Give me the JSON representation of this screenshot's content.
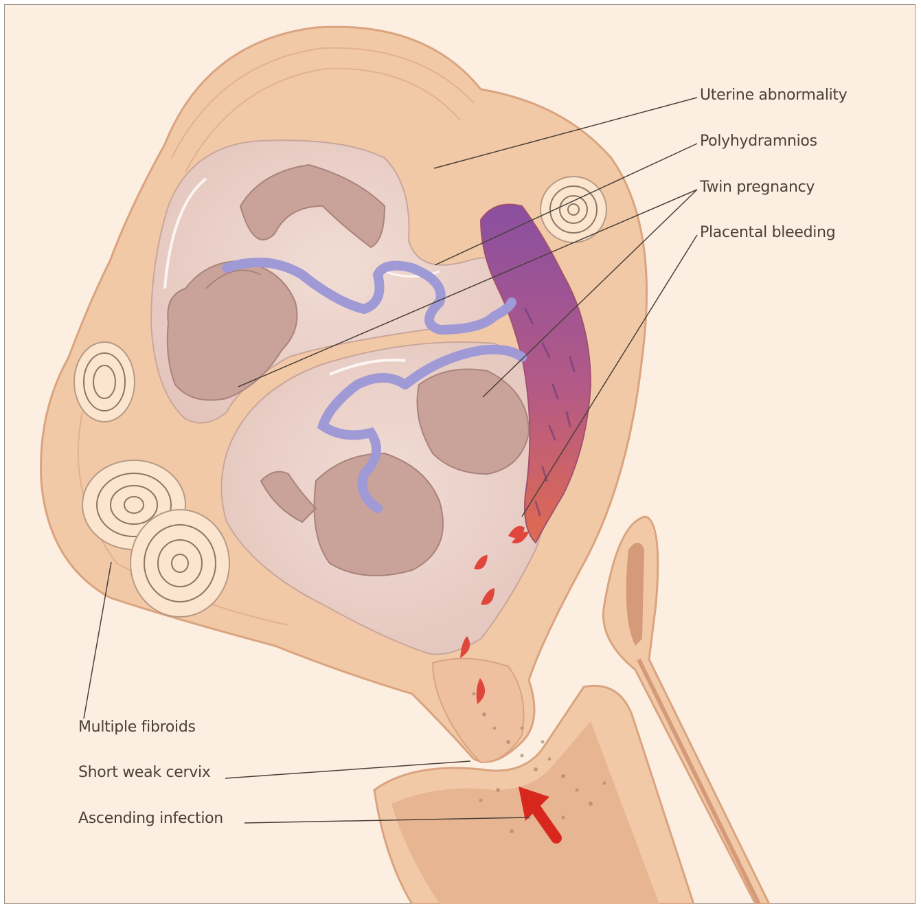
{
  "labels": {
    "uterine_abnormality": "Uterine abnormality",
    "polyhydramnios": "Polyhydramnios",
    "twin_pregnancy": "Twin pregnancy",
    "placental_bleeding": "Placental bleeding",
    "multiple_fibroids": "Multiple fibroids",
    "short_weak_cervix": "Short weak cervix",
    "ascending_infection": "Ascending infection"
  },
  "colors": {
    "background": "#fdeee2",
    "uterine_wall": "#f2c9a6",
    "amniotic_fluid": "#ead3cb",
    "fetus": "#c49a92",
    "placenta_top": "#8a4fa0",
    "placenta_bottom": "#e06a4f",
    "blood": "#e0463c",
    "arrow": "#d8281e",
    "leader_line": "#4a4038"
  }
}
